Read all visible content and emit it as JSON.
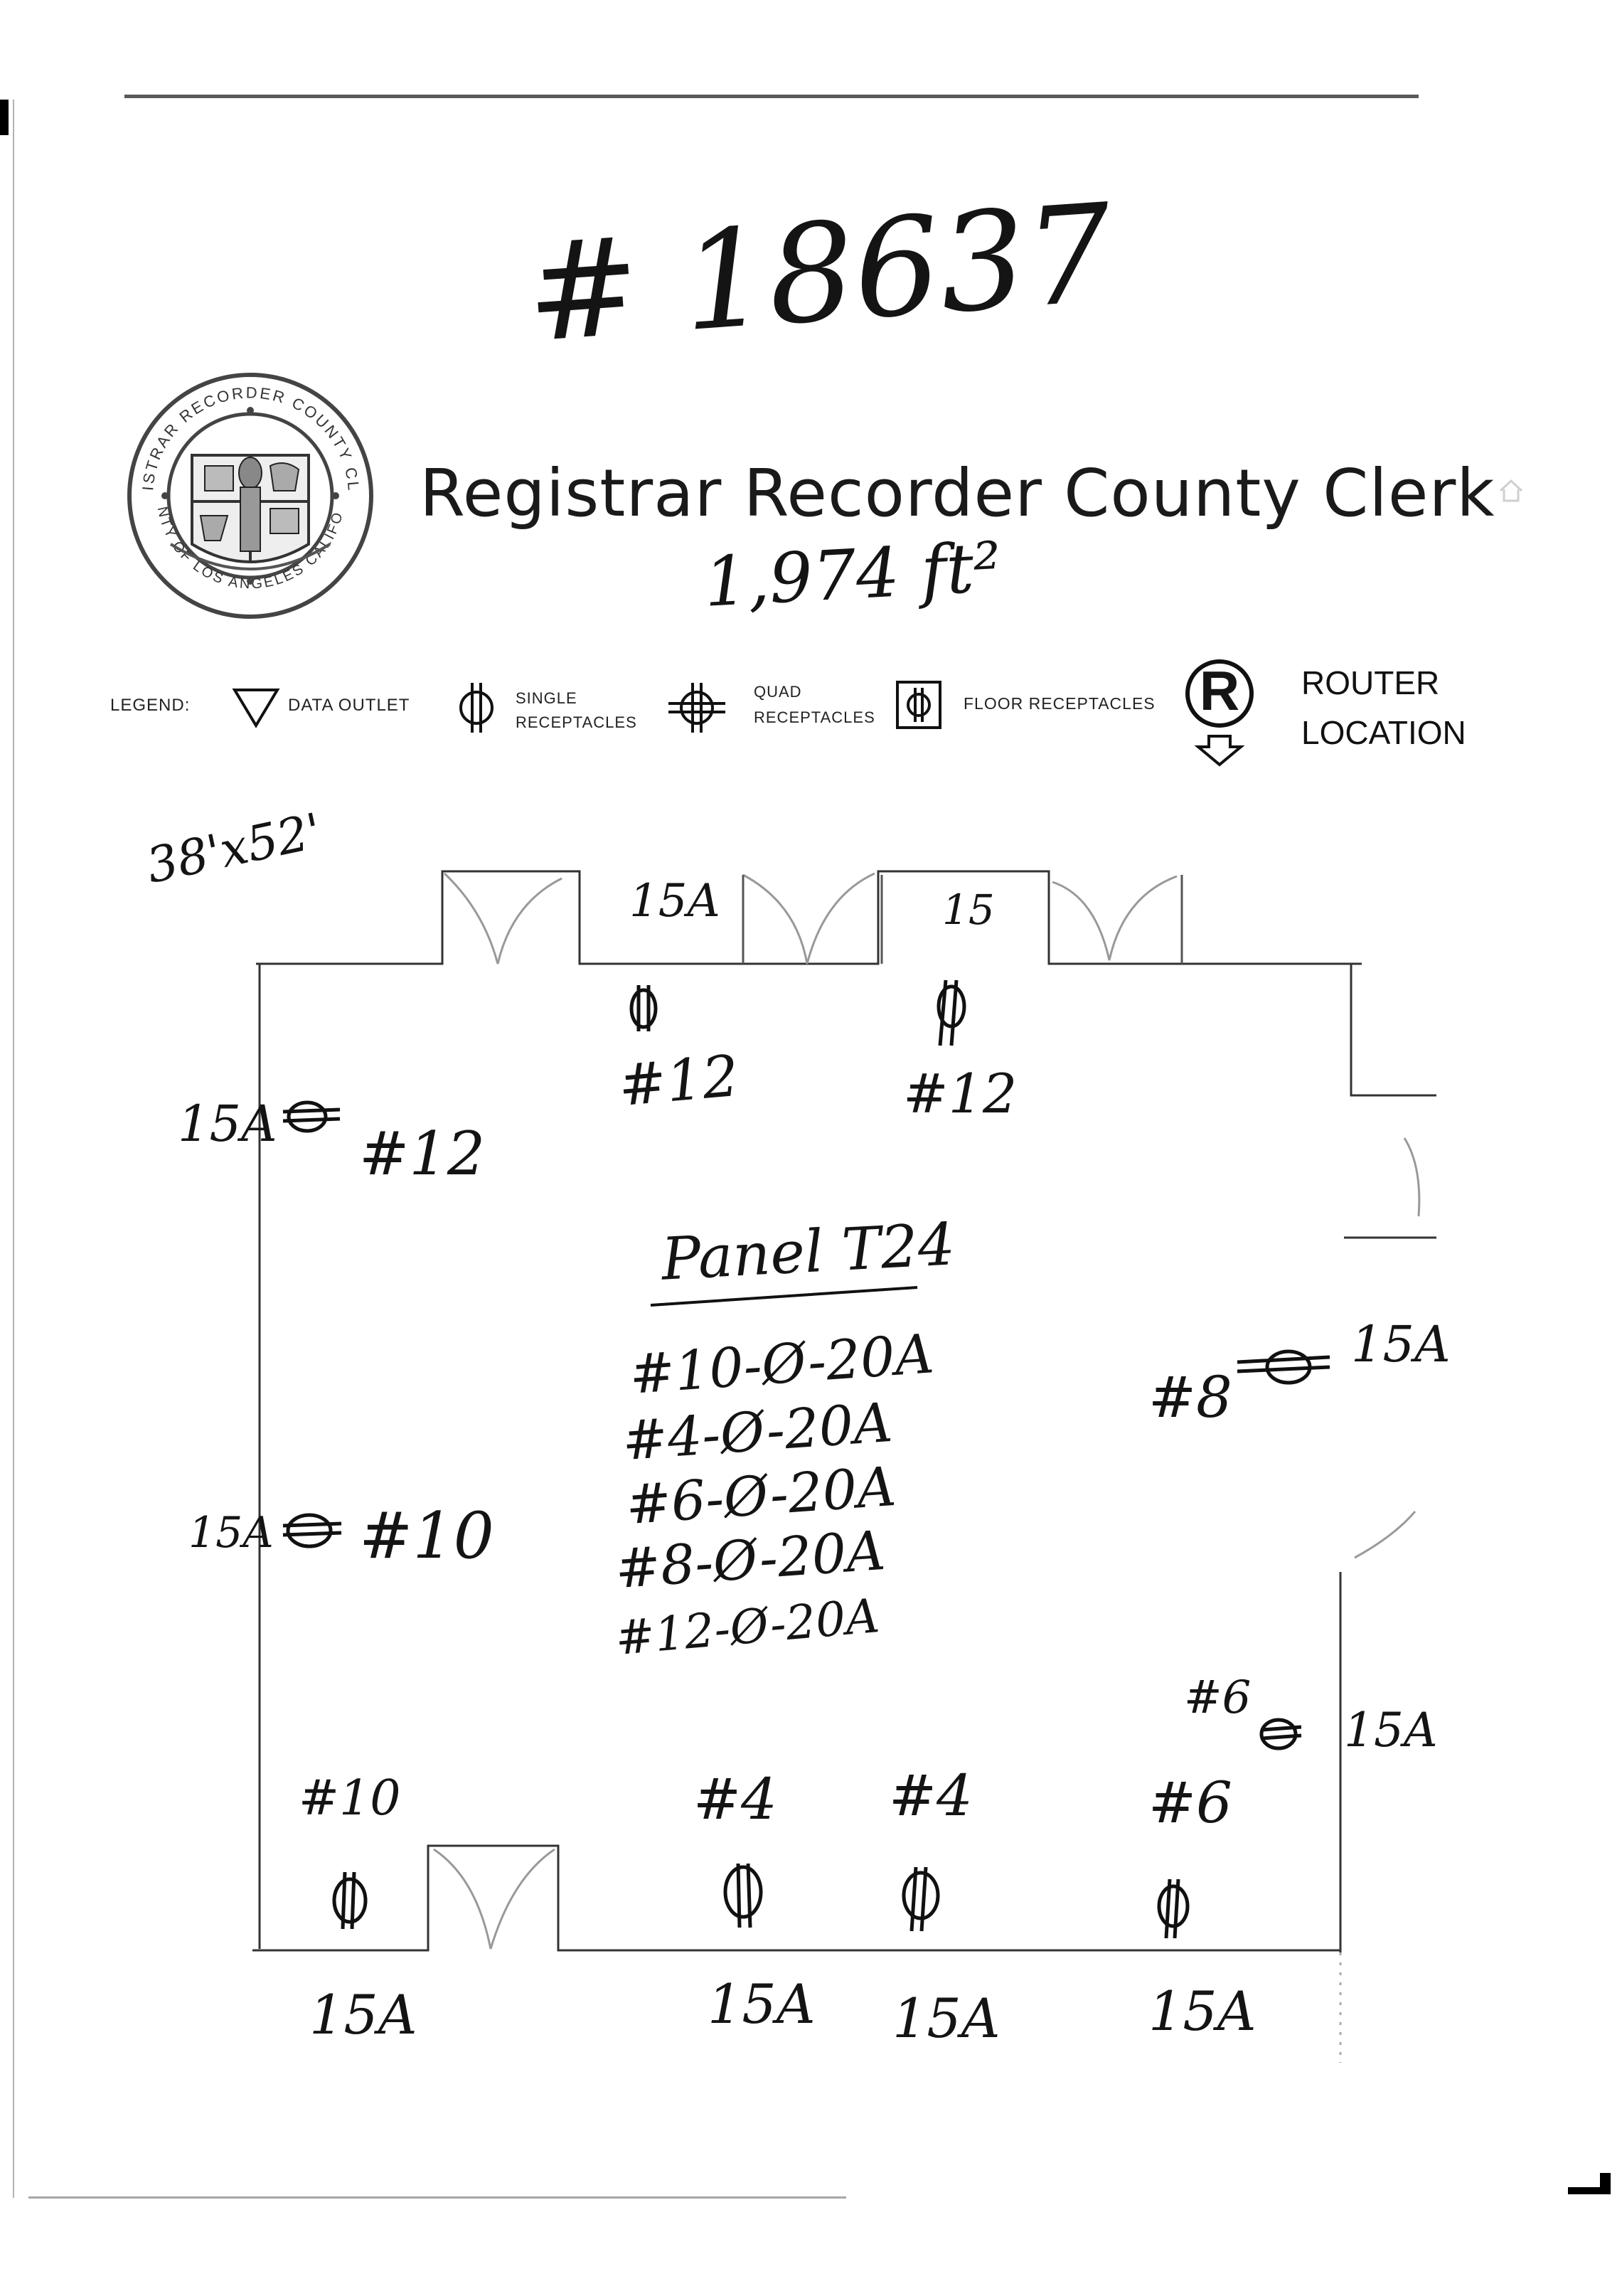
{
  "document": {
    "project_number": "# 18637",
    "title": "Registrar Recorder County Clerk",
    "area": "1,974 ft²",
    "dimensions": "38'x52'"
  },
  "seal": {
    "text_top": "REGISTRAR RECORDER COUNTY CLERK",
    "text_bottom": "COUNTY OF LOS ANGELES CALIFORNIA"
  },
  "legend": {
    "label": "LEGEND:",
    "items": [
      {
        "symbol": "triangle",
        "label": "DATA OUTLET"
      },
      {
        "symbol": "single-receptacle",
        "label": "SINGLE RECEPTACLES"
      },
      {
        "symbol": "quad-receptacle",
        "label": "QUAD RECEPTACLES"
      },
      {
        "symbol": "floor-receptacle",
        "label": "FLOOR RECEPTACLES"
      },
      {
        "symbol": "router",
        "label": "ROUTER LOCATION",
        "glyph": "R"
      }
    ]
  },
  "panel": {
    "title": "Panel T24",
    "circuits": [
      "#10-Ø-20A",
      "#4-Ø-20A",
      "#6-Ø-20A",
      "#8-Ø-20A",
      "#12-Ø-20A"
    ]
  },
  "annotations": {
    "top_15a_1": "15A",
    "top_15a_2": "15",
    "top_circuit_1": "#12",
    "top_circuit_2": "#12",
    "left_upper_amp": "15A",
    "left_upper_circuit": "#12",
    "left_lower_amp": "15A",
    "left_lower_circuit": "#10",
    "right_upper_amp": "15A",
    "right_upper_circuit": "#8",
    "right_lower_amp": "15A",
    "right_lower_circuit": "#6",
    "bottom_circuit_1": "#10",
    "bottom_circuit_2": "#4",
    "bottom_circuit_3": "#4",
    "bottom_circuit_4": "#6",
    "bottom_amp_1": "15A",
    "bottom_amp_2": "15A",
    "bottom_amp_3": "15A",
    "bottom_amp_4": "15A"
  }
}
